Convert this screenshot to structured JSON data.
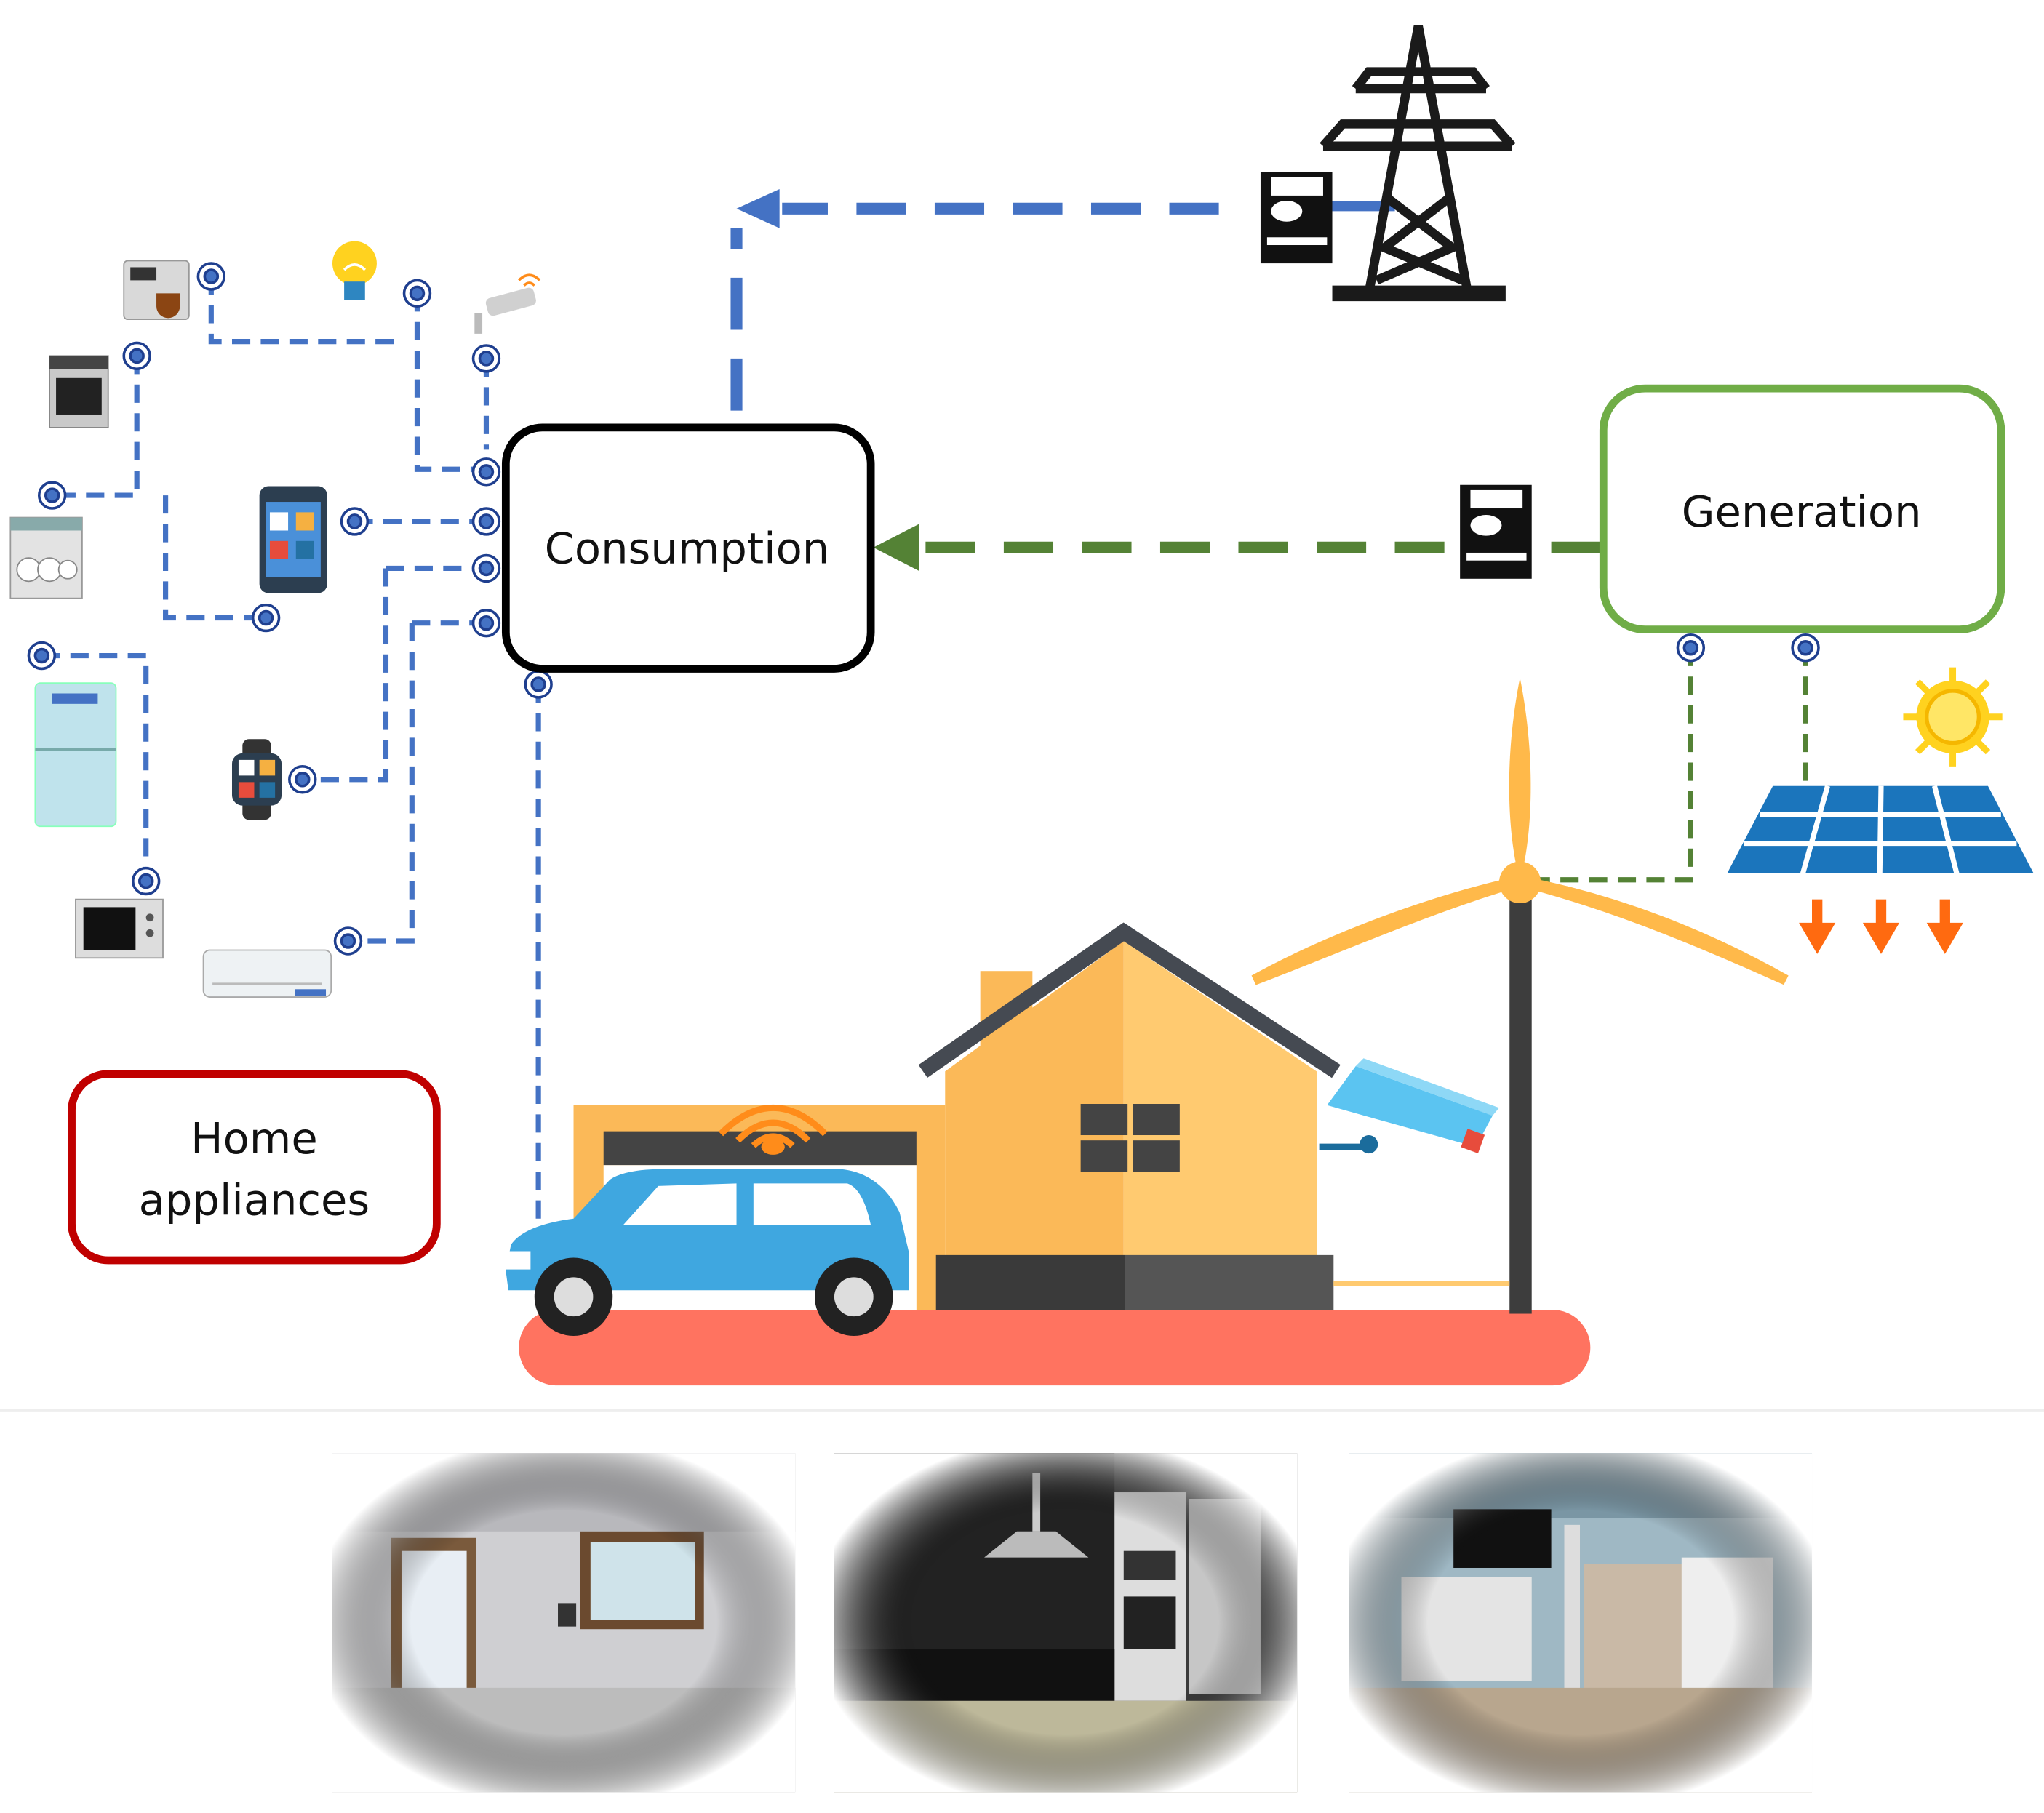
{
  "labels": {
    "consumption": "Consumption",
    "generation": "Generation",
    "home_line1": "Home",
    "home_line2": "appliances"
  },
  "colors": {
    "consumption_line": "#4472C4",
    "generation_line": "#548235",
    "generation_box": "#70AD47",
    "home_box": "#C00000",
    "ground": "#FF7360",
    "house_main": "#FBB958",
    "house_light": "#FFCA70",
    "turbine": "#FFB94A",
    "car": "#3FA7E0",
    "solar": "#1B75BC",
    "arrows": "#FF6A10"
  },
  "icons": [
    "coffee-machine-icon",
    "smart-bulb-icon",
    "security-camera-icon",
    "oven-icon",
    "dishwasher-icon",
    "smartphone-icon",
    "fridge-icon",
    "smartwatch-icon",
    "microwave-icon",
    "air-conditioner-icon",
    "power-tower-icon",
    "smart-meter-icon",
    "wind-turbine-icon",
    "sun-icon",
    "solar-panel-icon",
    "house-icon",
    "electric-car-icon",
    "outdoor-camera-icon"
  ],
  "photos": [
    "living-room-photo",
    "kitchen-photo",
    "bedroom-photo"
  ]
}
